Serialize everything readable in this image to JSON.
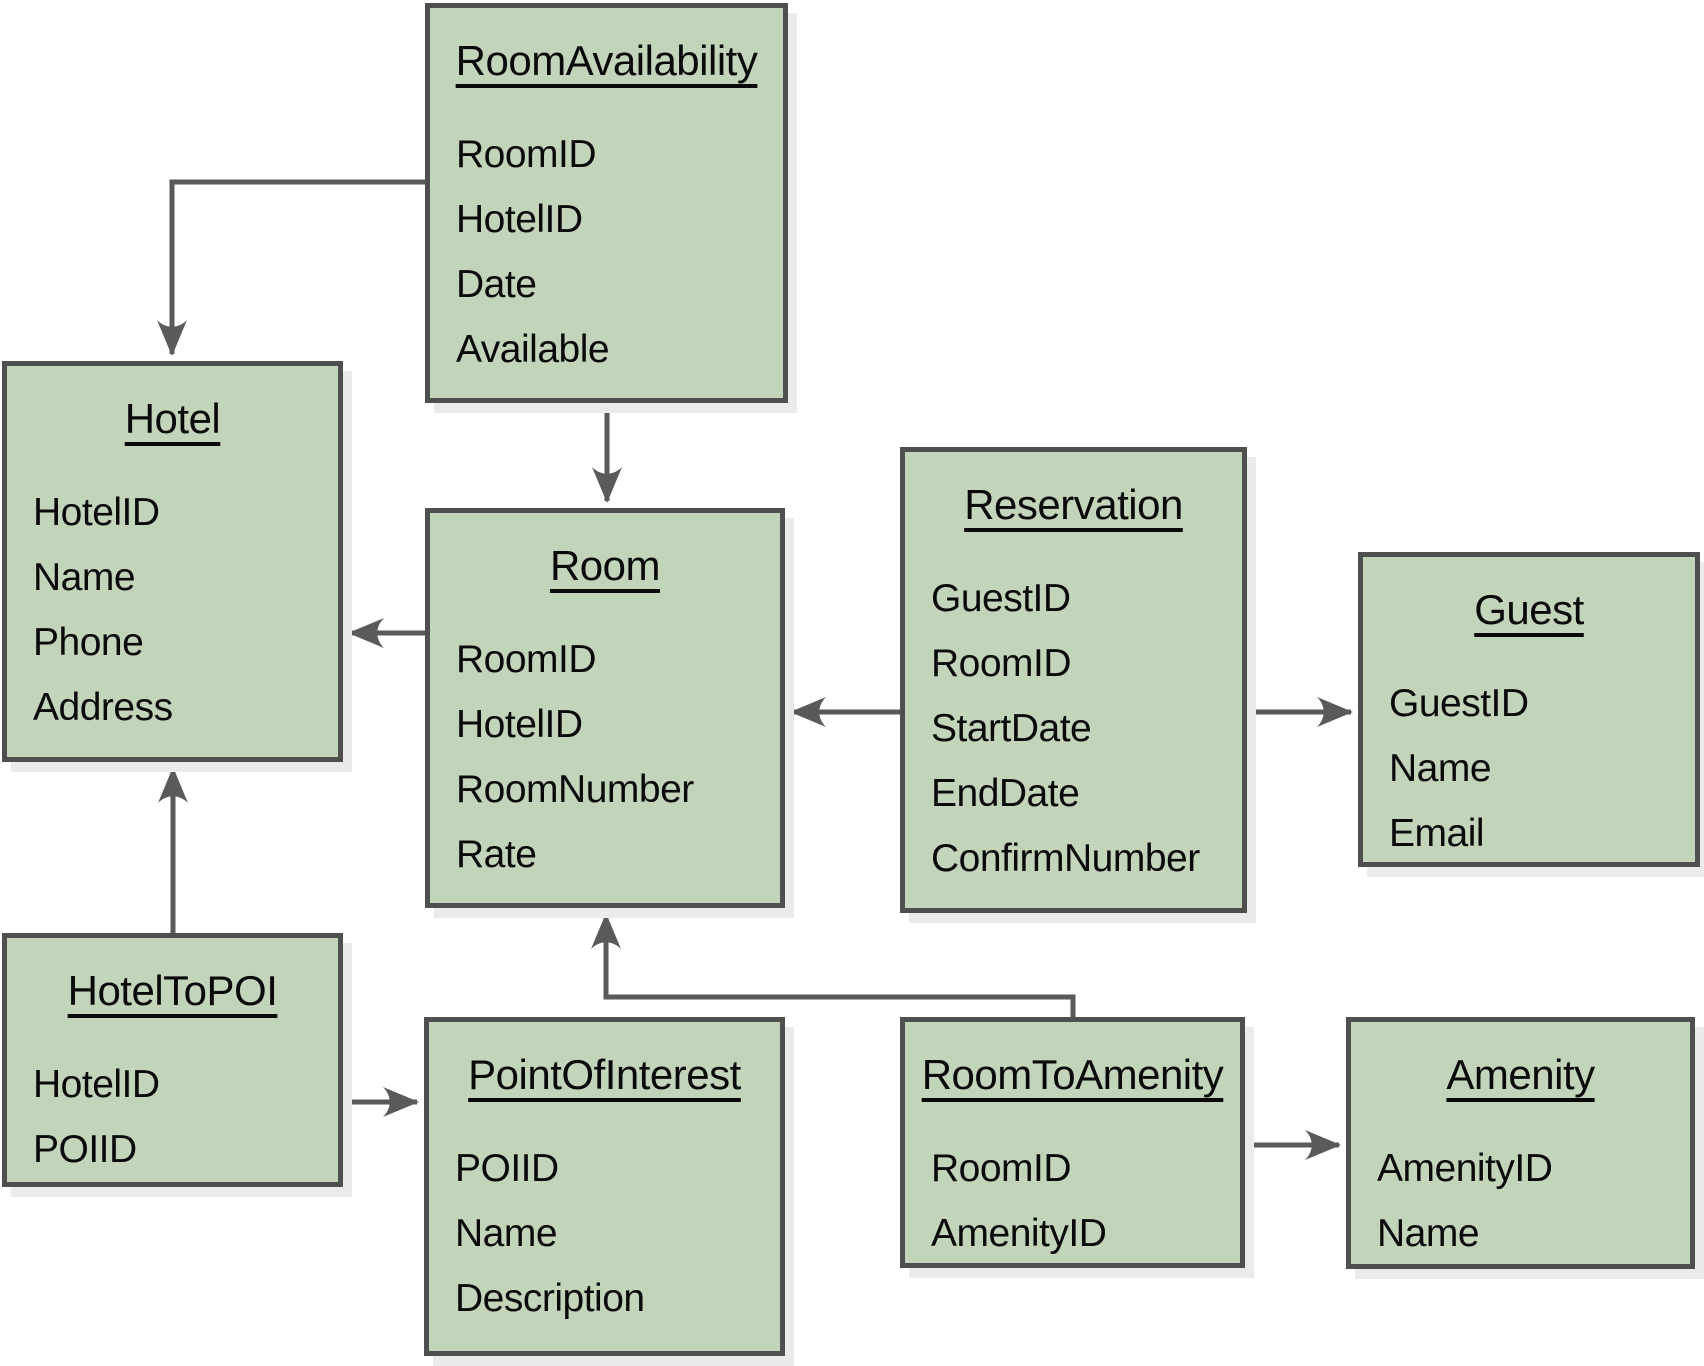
{
  "colors": {
    "box_fill": "#c2d5bb",
    "box_border": "#4f4f4f",
    "connector_color": "#5a5a5a",
    "text_color": "#0a0a0a",
    "shadow_color": "#ebebeb",
    "background": "#ffffff"
  },
  "entities": [
    {
      "name": "RoomAvailability",
      "fields": [
        "RoomID",
        "HotelID",
        "Date",
        "Available"
      ]
    },
    {
      "name": "Hotel",
      "fields": [
        "HotelID",
        "Name",
        "Phone",
        "Address"
      ]
    },
    {
      "name": "Room",
      "fields": [
        "RoomID",
        "HotelID",
        "RoomNumber",
        "Rate"
      ]
    },
    {
      "name": "Reservation",
      "fields": [
        "GuestID",
        "RoomID",
        "StartDate",
        "EndDate",
        "ConfirmNumber"
      ]
    },
    {
      "name": "Guest",
      "fields": [
        "GuestID",
        "Name",
        "Email"
      ]
    },
    {
      "name": "HotelToPOI",
      "fields": [
        "HotelID",
        "POIID"
      ]
    },
    {
      "name": "PointOfInterest",
      "fields": [
        "POIID",
        "Name",
        "Description"
      ]
    },
    {
      "name": "RoomToAmenity",
      "fields": [
        "RoomID",
        "AmenityID"
      ]
    },
    {
      "name": "Amenity",
      "fields": [
        "AmenityID",
        "Name"
      ]
    }
  ],
  "relationships": [
    {
      "from": "RoomAvailability",
      "to": "Hotel"
    },
    {
      "from": "RoomAvailability",
      "to": "Room"
    },
    {
      "from": "Room",
      "to": "Hotel"
    },
    {
      "from": "Reservation",
      "to": "Room"
    },
    {
      "from": "Reservation",
      "to": "Guest"
    },
    {
      "from": "HotelToPOI",
      "to": "Hotel"
    },
    {
      "from": "HotelToPOI",
      "to": "PointOfInterest"
    },
    {
      "from": "RoomToAmenity",
      "to": "Room"
    },
    {
      "from": "RoomToAmenity",
      "to": "Amenity"
    }
  ]
}
